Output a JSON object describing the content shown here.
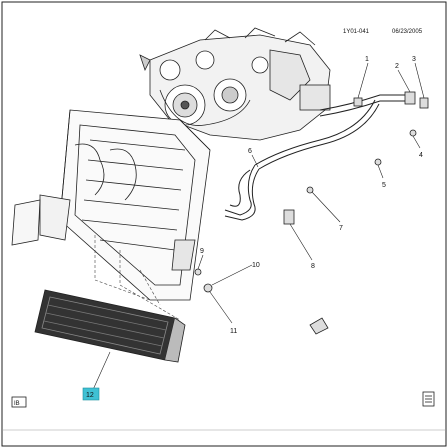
{
  "header": {
    "doc_id": "1Y01-041",
    "date": "06/23/2005"
  },
  "callouts": [
    {
      "id": "c1",
      "label": "1"
    },
    {
      "id": "c2",
      "label": "2"
    },
    {
      "id": "c3",
      "label": "3"
    },
    {
      "id": "c4",
      "label": "4"
    },
    {
      "id": "c5",
      "label": "5"
    },
    {
      "id": "c6",
      "label": "6"
    },
    {
      "id": "c7",
      "label": "7"
    },
    {
      "id": "c8",
      "label": "8"
    },
    {
      "id": "c9",
      "label": "9"
    },
    {
      "id": "c10",
      "label": "10"
    },
    {
      "id": "c11",
      "label": "11"
    },
    {
      "id": "c12",
      "label": "12"
    }
  ],
  "footer": {
    "left_icon_label": "IB"
  },
  "colors": {
    "highlight": "#3fc1d4",
    "line": "#222222",
    "paper": "#ffffff"
  },
  "icons": {
    "left": "book-icon",
    "right": "document-icon"
  }
}
